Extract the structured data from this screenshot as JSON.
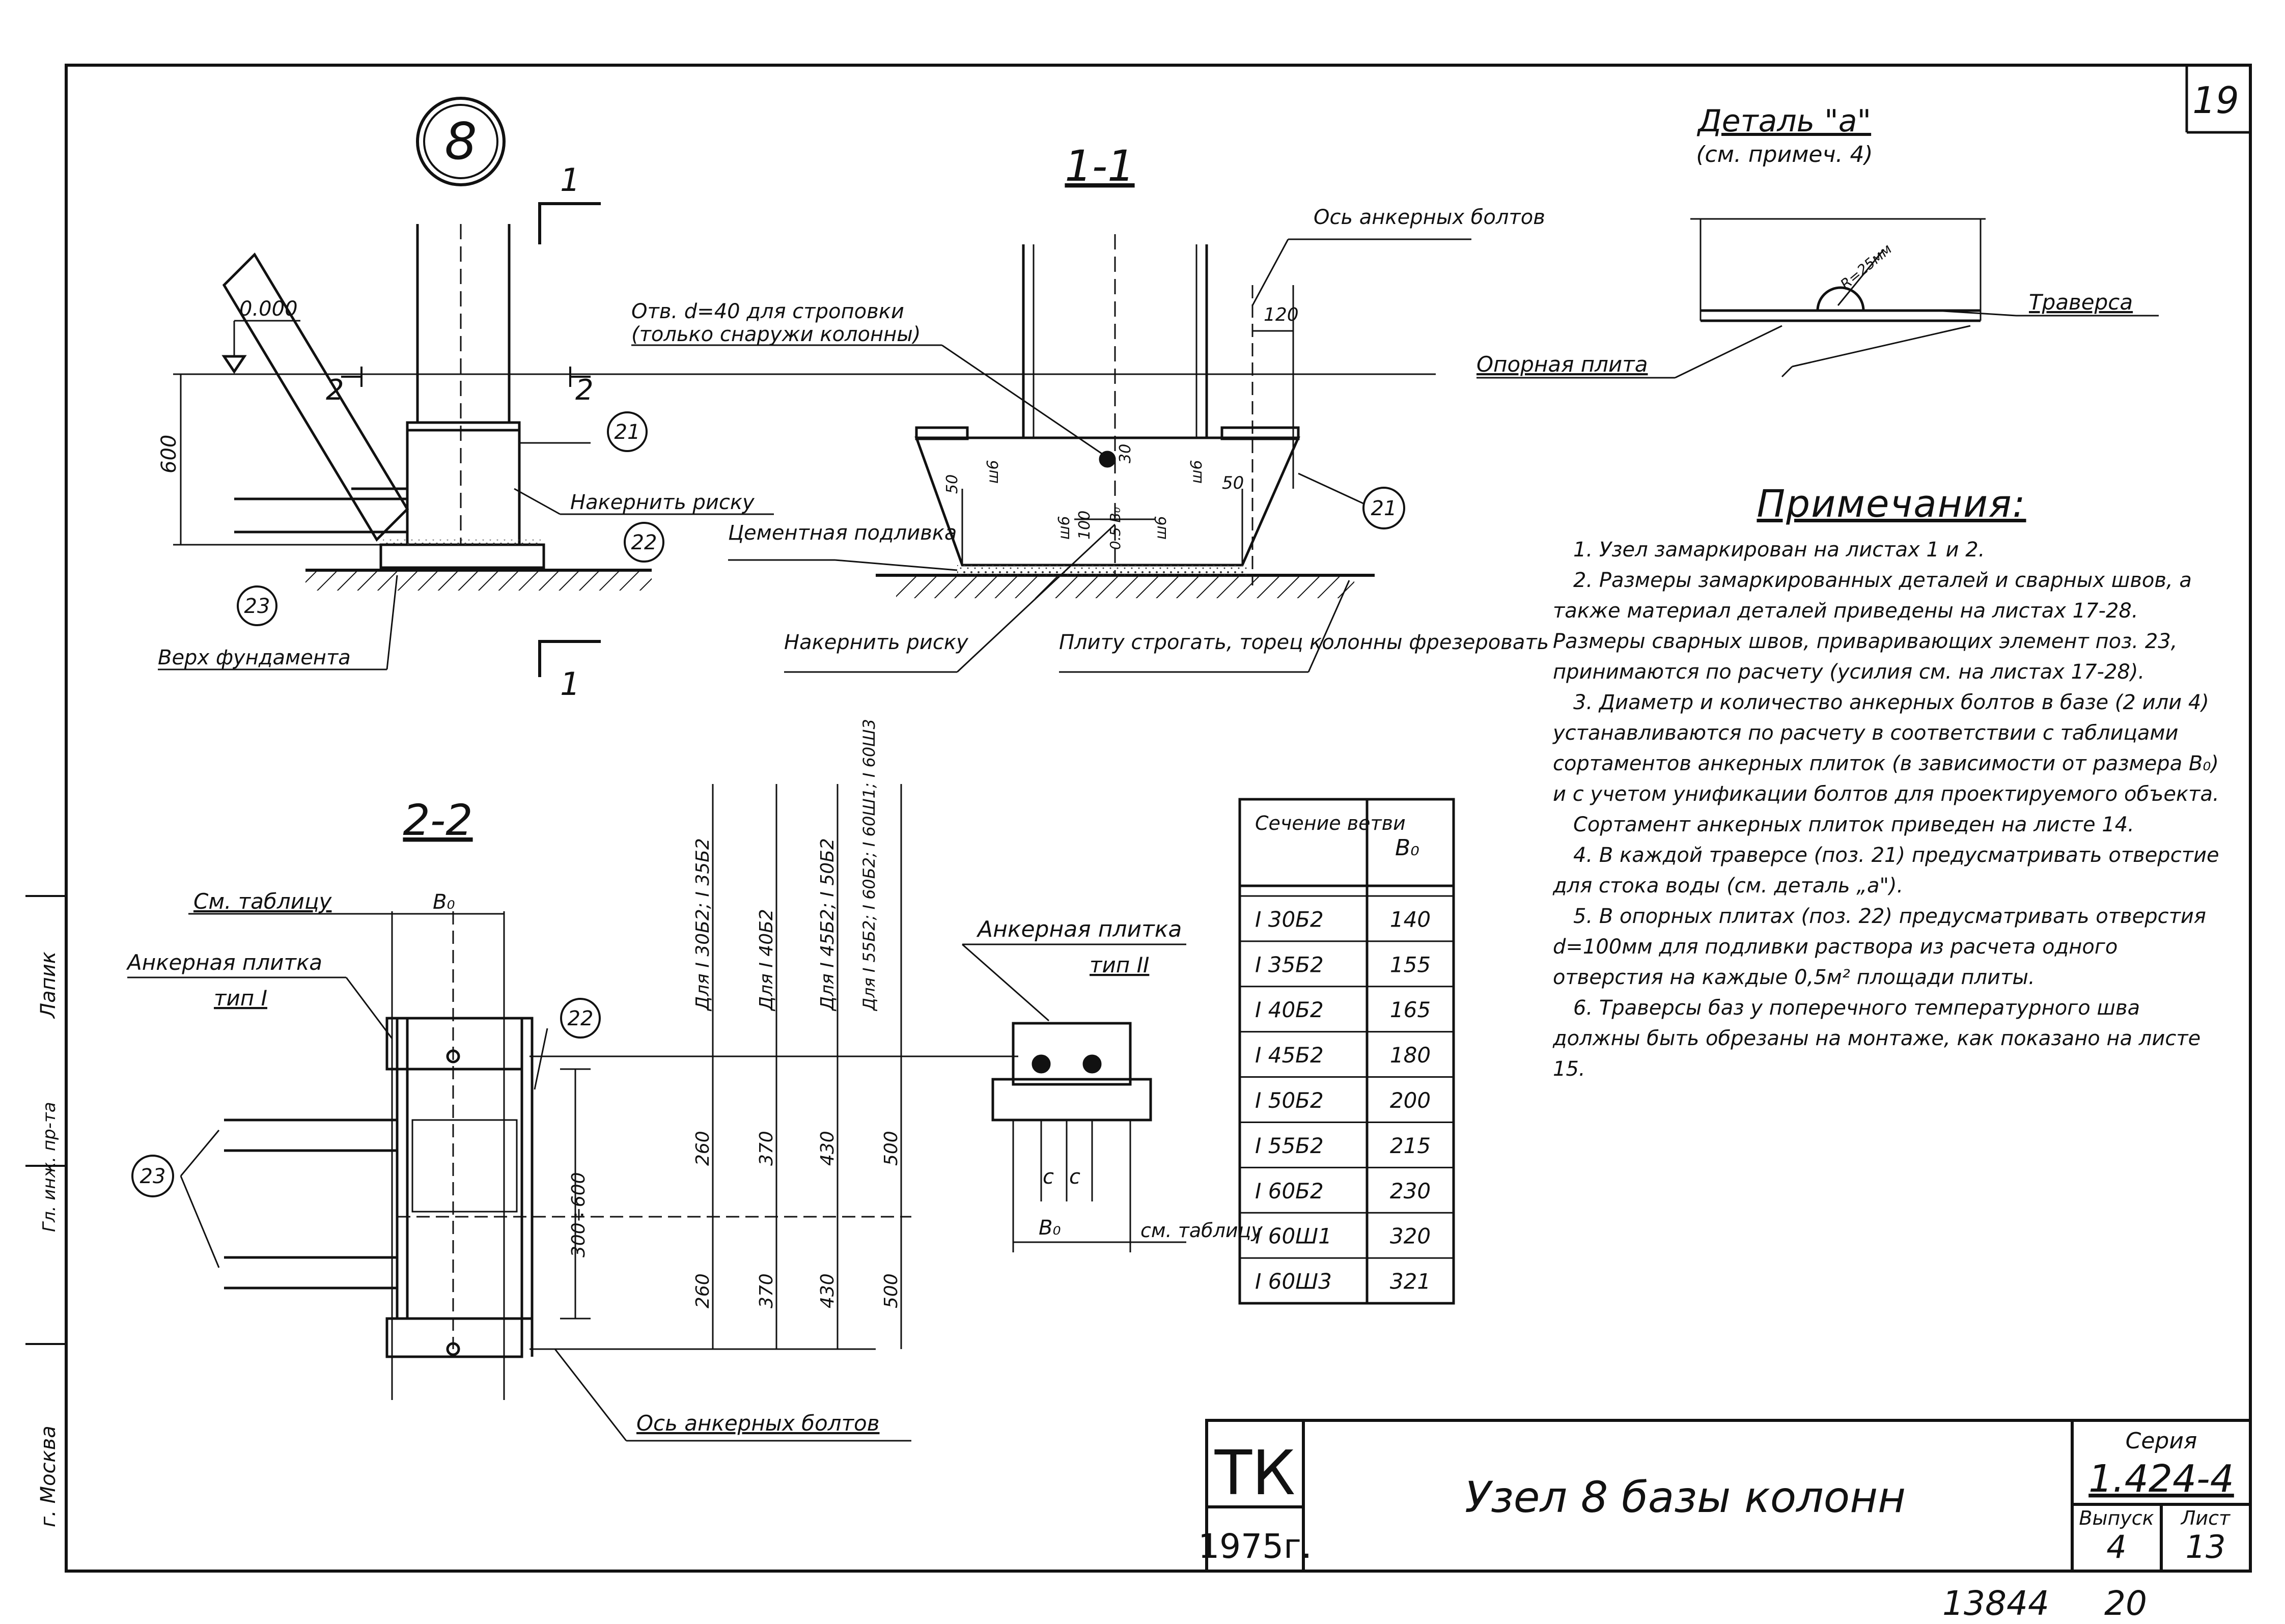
{
  "sheet": {
    "number": "19",
    "doc_number": "13844",
    "page_number": "20"
  },
  "side_labels": [
    "г. Москва",
    "Гл. инж. пр-та",
    "Лапик"
  ],
  "node_badge": "8",
  "elevation": {
    "title": "",
    "level": "0.000",
    "height_dim": "600",
    "section_mark": "1",
    "section_mark_2": "2",
    "label_top_of_foundation": "Верх фундамента",
    "label_mark_line": "Накернить риску",
    "callouts": [
      "21",
      "22",
      "23"
    ]
  },
  "section_1_1": {
    "title": "1-1",
    "label_hole": "Отв. d=40 для строповки",
    "label_hole_sub": "(только снаружи колонны)",
    "label_bolt_axis": "Ось анкерных болтов",
    "label_cement": "Цементная подливка",
    "label_mark_line": "Накернить риску",
    "label_plate": "Плиту строгать, торец колонны фрезеровать",
    "dims": [
      "120",
      "50",
      "50",
      "30",
      "ш6",
      "ш6",
      "ш6",
      "ш6",
      "100",
      "0.5 В₀"
    ],
    "callout": "21"
  },
  "detail_a": {
    "title": "Деталь \"а\"",
    "subtitle": "(см. примеч. 4)",
    "radius": "R=25мм",
    "label_traverse": "Траверса",
    "label_base_plate": "Опорная плита"
  },
  "section_2_2": {
    "title": "2-2",
    "label_see_table": "См. таблицу",
    "label_b0": "В₀",
    "label_anchor_plate_1": "Анкерная плитка",
    "label_type_1": "тип I",
    "label_bolt_axis": "Ось анкерных болтов",
    "dim_spacing": "300÷600",
    "callouts": [
      "22",
      "23"
    ],
    "columns": [
      {
        "label": "Для I 30Б2; I 35Б2",
        "top": "260",
        "bottom": "260"
      },
      {
        "label": "Для I 40Б2",
        "top": "370",
        "bottom": "370"
      },
      {
        "label": "Для I 45Б2; I 50Б2",
        "top": "430",
        "bottom": "430"
      },
      {
        "label": "Для I 55Б2; I 60Б2; I 60Ш1; I 60Ш3",
        "top": "500",
        "bottom": "500"
      }
    ]
  },
  "anchor_plate_2": {
    "label": "Анкерная плитка",
    "type": "тип II",
    "dim_c": "с",
    "dim_b0": "В₀",
    "label_see_table": "см. таблицу"
  },
  "branch_table": {
    "headers": [
      "Сечение ветви",
      "В₀"
    ],
    "rows": [
      [
        "I 30Б2",
        "140"
      ],
      [
        "I 35Б2",
        "155"
      ],
      [
        "I 40Б2",
        "165"
      ],
      [
        "I 45Б2",
        "180"
      ],
      [
        "I 50Б2",
        "200"
      ],
      [
        "I 55Б2",
        "215"
      ],
      [
        "I 60Б2",
        "230"
      ],
      [
        "I 60Ш1",
        "320"
      ],
      [
        "I 60Ш3",
        "321"
      ]
    ]
  },
  "notes": {
    "heading": "Примечания:",
    "items": [
      "1. Узел замаркирован на листах 1 и 2.",
      "2. Размеры замаркированных деталей и сварных швов, а также материал деталей приведены на листах 17-28. Размеры сварных швов, приваривающих элемент поз. 23, принимаются по расчету (усилия см. на листах 17-28).",
      "3. Диаметр и количество анкерных болтов в базе (2 или 4) устанавливаются по расчету в соответствии с таблицами сортаментов анкерных плиток (в зависимости от размера В₀) и с учетом унификации болтов для проектируемого объекта.",
      "Сортамент анкерных плиток приведен на листе 14.",
      "4. В каждой траверсе (поз. 21) предусматривать отверстие для стока воды (см. деталь „а\").",
      "5. В опорных плитах (поз. 22) предусматривать отверстия d=100мм для подливки раствора из расчета одного отверстия на каждые 0,5м² площади плиты.",
      "6. Траверсы баз у поперечного температурного шва должны быть обрезаны на монтаже, как показано на листе 15."
    ]
  },
  "title_block": {
    "org": "ТК",
    "year": "1975г.",
    "title": "Узел 8 базы колонн",
    "series_label": "Серия",
    "series": "1.424-4",
    "issue_label": "Выпуск",
    "issue": "4",
    "sheet_label": "Лист",
    "sheet": "13"
  }
}
